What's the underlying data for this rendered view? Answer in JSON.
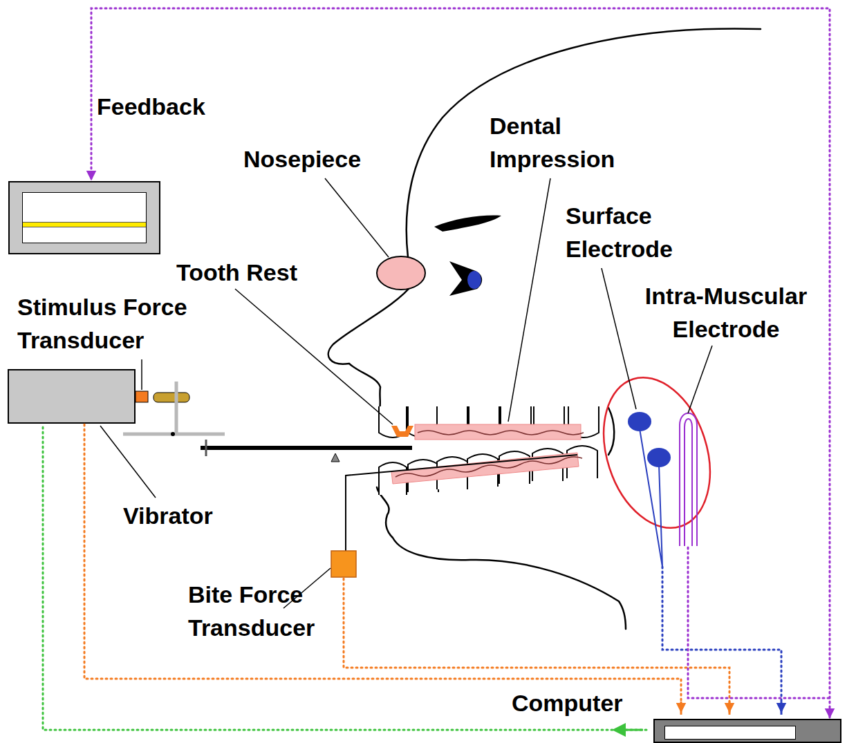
{
  "diagram": {
    "nodes": [
      {
        "text": [
          "Feedback"
        ]
      },
      {
        "text": [
          "Computer"
        ]
      }
    ],
    "edges": [
      {
        "from": 1,
        "to": 0,
        "arrow": "both"
      }
    ],
    "labels": [
      "Nosepiece",
      "Dental Impression",
      "Surface Electrode",
      "Tooth Rest",
      "Intra-Muscular Electrode",
      "Stimulus Force Transducer",
      "Vibrator",
      "Bite Force Transducer"
    ]
  }
}
